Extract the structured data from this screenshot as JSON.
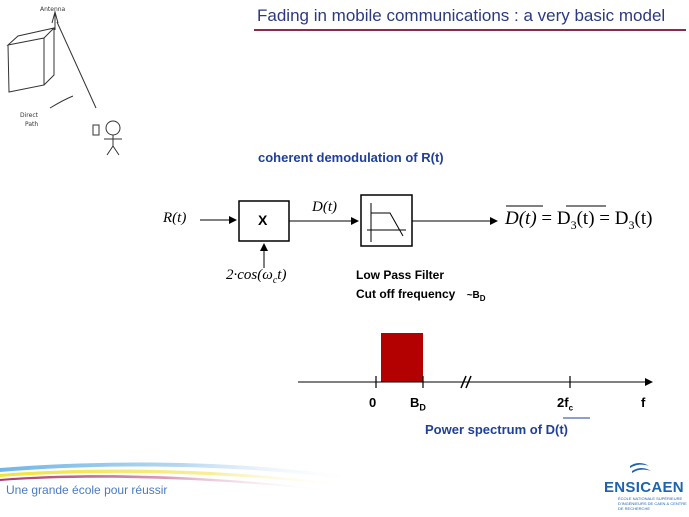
{
  "slide": {
    "title": "Fading in mobile communications : a very basic model",
    "subtitle": "coherent demodulation of R(t)"
  },
  "sketch": {
    "antenna_label": "Antenna",
    "direct_path_label_line1": "Direct",
    "direct_path_label_line2": "Path"
  },
  "block_diagram": {
    "input_label": "R(t)",
    "mixer_label": "X",
    "mixer_input_label": "2·cos(ω",
    "mixer_input_sub": "c",
    "mixer_input_end": "t)",
    "mixer_output_label": "D(t)",
    "output_expression": {
      "term1": "D(t)",
      "eq1": "=",
      "term2": "D",
      "term2_sub": "3",
      "term2_end": "(t)",
      "eq2": "=",
      "term3": "D",
      "term3_sub": "3",
      "term3_end": "(t)"
    },
    "filter_caption_line1": "Low Pass Filter",
    "filter_caption_line2": "Cut off frequency",
    "filter_cutoff_prefix": "~B",
    "filter_cutoff_sub": "D"
  },
  "spectrum": {
    "tick_zero": "0",
    "tick_bd": "B",
    "tick_bd_sub": "D",
    "tick_2fc": "2f",
    "tick_2fc_sub": "c",
    "axis_label": "f",
    "caption_prefix": "Power spectrum of ",
    "caption_signal": "D(t)",
    "band_color": "#b30000"
  },
  "footer": {
    "tagline": "Une grande école pour réussir",
    "logo": "ENSICAEN",
    "logo_sub": "ÉCOLE NATIONALE SUPÉRIEURE D'INGÉNIEURS DE CAEN & CENTRE DE RECHERCHE"
  },
  "colors": {
    "title": "#2b3a7e",
    "accent_rule": "#8a2b4a",
    "subtitle": "#1f3f99",
    "band": "#b30000",
    "logo": "#1e63b0"
  }
}
